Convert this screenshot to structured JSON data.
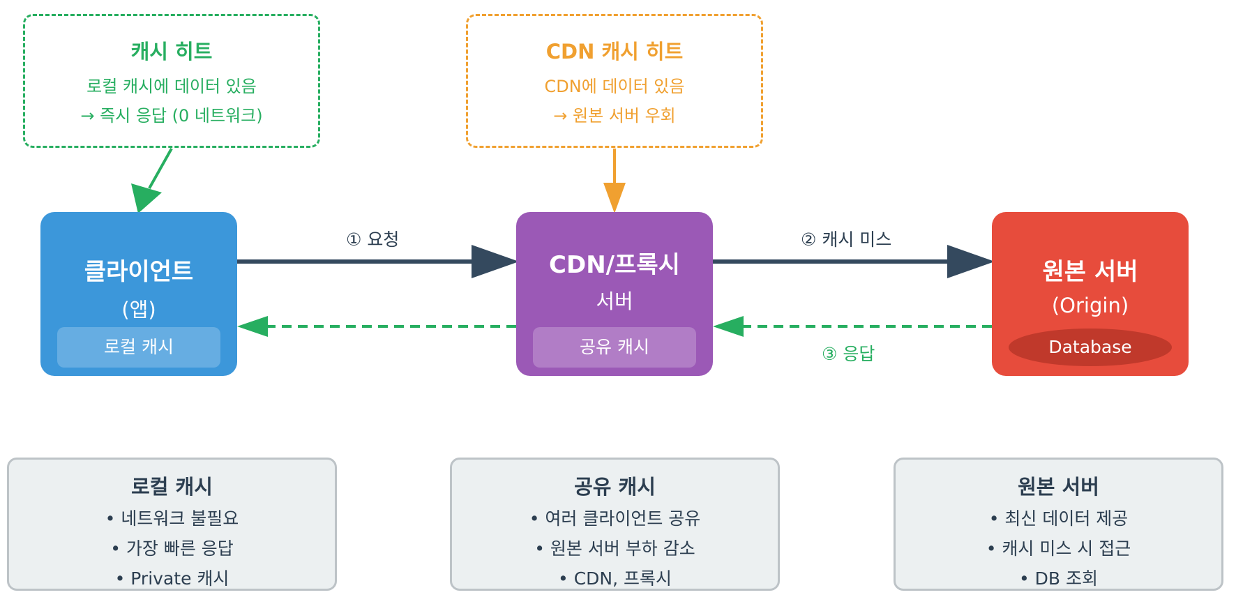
{
  "callouts": {
    "cache_hit": {
      "title": "캐시 히트",
      "lines": [
        "로컬 캐시에 데이터 있음",
        "→ 즉시 응답 (0 네트워크)"
      ],
      "color": "#27ae60"
    },
    "cdn_hit": {
      "title": "CDN 캐시 히트",
      "lines": [
        "CDN에 데이터 있음",
        "→ 원본 서버 우회"
      ],
      "color": "#f0a030"
    }
  },
  "nodes": {
    "client": {
      "title": "클라이언트",
      "subtitle": "(앱)",
      "chip": "로컬 캐시",
      "color": "#3c97da"
    },
    "cdn": {
      "title": "CDN/프록시",
      "subtitle": "서버",
      "chip": "공유 캐시",
      "color": "#9b59b6"
    },
    "origin": {
      "title": "원본 서버",
      "subtitle": "(Origin)",
      "chip": "Database",
      "color": "#e74c3c"
    }
  },
  "edges": {
    "request": "① 요청",
    "cache_miss": "② 캐시 미스",
    "response": "③ 응답"
  },
  "cards": {
    "local": {
      "title": "로컬 캐시",
      "items": [
        "• 네트워크 불필요",
        "• 가장 빠른 응답",
        "• Private 캐시"
      ]
    },
    "shared": {
      "title": "공유 캐시",
      "items": [
        "• 여러 클라이언트 공유",
        "• 원본 서버 부하 감소",
        "• CDN, 프록시"
      ]
    },
    "origin": {
      "title": "원본 서버",
      "items": [
        "• 최신 데이터 제공",
        "• 캐시 미스 시 접근",
        "• DB 조회"
      ]
    }
  },
  "colors": {
    "dark_arrow": "#34495e",
    "green": "#27ae60",
    "orange": "#f0a030",
    "card_bg": "#ecf0f1",
    "card_border": "#bdc3c7"
  }
}
